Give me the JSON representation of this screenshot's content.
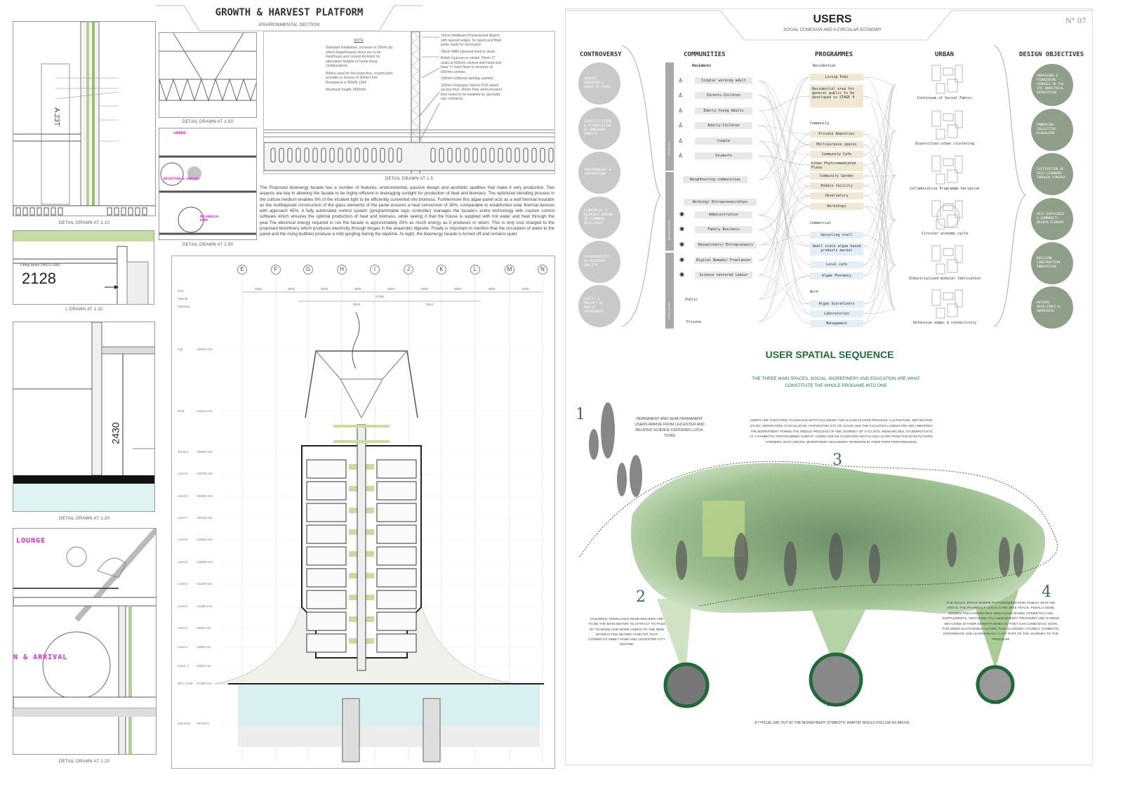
{
  "left_board": {
    "title": "GROWTH & HARVEST PLATFORM",
    "subtitle": "ENVIRONMENTAL SECTION",
    "details": [
      {
        "caption": "DETAIL DRAWN AT 1:10",
        "label": "A.23T"
      },
      {
        "caption": "L DRAWN AT 1:10",
        "dimension": "2128",
        "label": "Lifting beam 2400 G.SWL"
      },
      {
        "caption": "DETAIL DRAWN AT 1:20",
        "dimension": "2430"
      },
      {
        "caption": "DETAIL DRAWN AT 1:20",
        "label_lounge": "LOUNGE",
        "label_arrival": "N & ARRIVAL"
      }
    ],
    "small_details": [
      {
        "caption": "DETAIL DRAWN AT 1:50"
      },
      {
        "caption": "DETAIL DRAWN AT 1:50",
        "labels": [
          "LOUNGE",
          "RECEPTION & ARRIVAL",
          "MECHANICAL ROOM"
        ]
      }
    ],
    "note": {
      "heading": "NOTE",
      "items": [
        "Standard installation, increase to 25mm ply where large/heavier items are to be fixed/hung and consult Architect for alternative heights or frame fixing configurations.",
        "Where used for fire protection, construction provides in excess of 30mins Fire Resistance to BSEN 1364",
        "Maximum height 2400mm"
      ],
      "annotations": [
        "15mm Wallboard Plasterboard 8kg/m² with tapered edges, for taped and filled joints ready for decoration",
        "18mm WBP plywood fixed to studs.",
        "British Gypsum or similar 70mm 'C' studs at 600mm centres with head and base 'U' track fixed to structure at 600mm centres.",
        "100mm softwood skirting, painted.",
        "100mm Kingspan Tarlock PSA raised access floor, 26mm thick steel encased floor board to be installed by specialist sub contractor."
      ],
      "caption": "DETAIL DRAWN AT 1:5"
    },
    "description": "The Proposed bioenergy facade has a number of features: environmental, passive design and aesthetic qualities that make it very productive. Two aspects are key in allowing the facade to be highly efficient in leveraging sunlight for production of heat and biomass: The optimized blending process in the culture medium enables 8% of the incident light to be efficiently converted into biomass. Furthermore this algae panel acts as a wall thermal insulator as the multilayered construction of the glass elements of the panel ensures a heat conversion of 38%, comparable to established solar thermal devices with approach 45%. A fully automated control system (programmable logic controller) manages the facade's entire technology with custom control software which ensures the optimal production of heat and biomass, while seeing it that the house is supplied with hot water and heat through the year.The electrical energy required to run the facade is approximately 25% as much energy as it produces in return. This is only cost charged to the proposed biorefinery which produces electricity through biogas in the anaerobic digester. Finally is important to mention that the circulation of water to the panel and the rising bubbles produce a mild gurgling during the daytime. At night, the bioenergy facade is turned off and remains quiet.",
    "section": {
      "grid_letters": [
        "E",
        "F",
        "G",
        "H",
        "I",
        "J",
        "K",
        "L",
        "M",
        "N"
      ],
      "row_labels": [
        "Grid",
        "Overall",
        "Opening"
      ],
      "grid_dims": [
        "3000",
        "3000",
        "3000",
        "3000",
        "3000",
        "3000",
        "3000",
        "3000",
        "3000"
      ],
      "overall": "27951",
      "openings": [
        "5803",
        "3014"
      ],
      "levels": [
        {
          "name": "Top",
          "value": "+49930 mm"
        },
        {
          "name": "Roof",
          "value": "+41124 mm"
        },
        {
          "name": "Terrace",
          "value": "+35030 mm"
        },
        {
          "name": "Level 9",
          "value": "+31700 mm"
        },
        {
          "name": "Level 8",
          "value": "+28400 mm"
        },
        {
          "name": "Level 7",
          "value": "+25100 mm"
        },
        {
          "name": "Level 6",
          "value": "+21800 mm"
        },
        {
          "name": "Level 5",
          "value": "+18500 mm"
        },
        {
          "name": "Level 4",
          "value": "+15200 mm"
        },
        {
          "name": "Level 3",
          "value": "+11900 mm"
        },
        {
          "name": "Level 2",
          "value": "+8600 mm"
        },
        {
          "name": "Level 1",
          "value": "+5300 mm"
        },
        {
          "name": "Level -1",
          "value": "+2400 mm"
        },
        {
          "name": "DPC Level",
          "value": "+0.000 mm"
        },
        {
          "name": "Sub level",
          "value": "-2974mm"
        }
      ]
    }
  },
  "right_board": {
    "title": "USERS",
    "subtitle": "SOCIAL COHESION AND A CIRCULAR ECONOMY",
    "page_no": "N° 07",
    "columns": {
      "controversy": "CONTROVERSY",
      "communities": "COMMUNITIES",
      "programmes": "PROGRAMMES",
      "urban": "URBAN",
      "objectives": "DESIGN OBJECTIVES"
    },
    "controversy": [
      "GENERIC URBANISM & ORDER OF PLACE",
      "CLASSIFICATION & STIGMATIZING VS UNBIASED IMPACTS",
      "INDEPENDENCY & COOPERATION",
      "ECONOMICAL & RESOURCE DEMAND VS COMMUNAL RESILIENCE",
      "AFFORDABILITY VS BUILDING QUALITY",
      "SAFETY & PRIVACY VS PUBLIC ENGAGEMENT"
    ],
    "community_bands": [
      "Permanent",
      "Semi-Permanent",
      "Urban relation"
    ],
    "communities": {
      "residents_label": "Residents",
      "residents": [
        "Single/ working adult",
        "Parents-Children",
        "Ederly-Young Adults",
        "Ederly-Children",
        "Couple",
        "Students"
      ],
      "neighbouring": "Neighbouring communities",
      "working_label": "Working/ Entrepreneurships",
      "working": [
        "Administration",
        "Family Business",
        "Researchers/ Entrepreneurs",
        "Digital Nomads/ Freelancer",
        "Science centered Labour"
      ],
      "public": "Public",
      "private": "Private"
    },
    "programmes": {
      "residential_label": "Residential",
      "residential": [
        "Living Pods",
        "Residential area for general public to be developed in STAGE 4"
      ],
      "community_label": "Community",
      "community": [
        "Private Amenities",
        "Multipurpose spaces",
        "Community Cafe",
        "Urban Phytoremediated Plaza",
        "Community Garden",
        "Pedalo facility",
        "Observatory",
        "Workshops"
      ],
      "commercial_label": "Commercial",
      "commercial": [
        "Upcycling stall",
        "Small scale algae based products market",
        "Local cafe",
        "Algae Pharmacy"
      ],
      "work_label": "Work",
      "work": [
        "Algae biorefinery",
        "Laboratories",
        "Management"
      ]
    },
    "urban": [
      "Continuum of Social Fabric",
      "Diversified urban clustering",
      "Collaborative Programme Variation",
      "Circular economy cycle",
      "Industrialized modular fabrication",
      "Defensive edges & connectivity"
    ],
    "objectives": [
      "HARASSING & PIONEERING CHANGES IN THE 4TH INDUSTRIAL REVOLUTION",
      "EMBRACING COLLECTIVE PLURALISM",
      "CULTIVATION OF SELF-LEARNING THROUGH SYNERGY",
      "SELF-SUSTAINED & COMMUNITY DRIVEN ECONOMY",
      "BUILDING CONSTRUCTION INNOVATION",
      "NATURAL RESILIENCE & AWARENESS"
    ],
    "sequence": {
      "title": "USER SPATIAL SEQUENCE",
      "intro": "THE THREE MAIN SPACES, SOCIAL, BIOREFINERY AND EDUCATION ARE WHAT CONSTITUTE THE WHOLE PROGAME INTO ONE",
      "steps": [
        {
          "number": "1",
          "text": "PERMANENT AND SEMI-PERMANENT USERS ARRIVE FROM LEICESTER AND RELATED SCIENCE CENTERED LOCA-TIONS"
        },
        {
          "number": "2",
          "text": "CHILDREN, FREELANCE RESEARCHERS ARE TO BE THE MAIN MOTOR TO ATTRACT TO PASS BY TO MORE AND MORE USERS TO THE NEW INTERACTIVE NEARBY HABI-TAT THAT CONNECTS ABBEY PARK AND LEICESTER CITY CENTRE."
        },
        {
          "number": "3",
          "text": "USERS ARE THEN FREE TO ENGAGE WITH FOLLOWING THE ALGAECULTURE PROCESS: CULTIVATION, SEPARATION, STUDY, SEPARATION, FLOCULATION, HARVESTING ETC OF ALGAE AND THE FACILITIES LANDSCAPE AND AMENITIES. THE BIOREFINERY FORMS THE MIDDLE PROCESS OF AND JOURNEY OF CYCLISTS, RESEARCHES, STUDERNTS ETC AT A SYMBIOTIC PROGRAMMED HABITAT. USERS ARE EN-COURAGED WATCH AND LEARN FROM THE MAIN PLAYERS: FARMERS- BOAT DRIVES, BIOREFINERY MACHINERY WORKERS IN THEIR PURE PERFORMANCE."
        },
        {
          "number": "4",
          "text": "THE SOCIAL SPACE WHERE PHYTOREMEDIATION, PUBLIC SEAT-ING AREAS, THE PHARMACY, LOCAL CAFE, BIKE TRACK, PEDALO ZONE, WOMEN AND FAMILIES BUY NEW ALGAE BASED COSMETICS AND SUPPLEMENTS, SWITCHING TO A NEW ENERGY PROVIDER AND GAINING BIO-COINS IN THEIR SMARTPHONES SO THEY CAN COME BACK SOON FOR MORE SUSTAINABLE ACTION. THIS ALLOWING A PURELY SYMBIOTIC EXPERIENCE AND LEARNING AS A LAST PART OF THE JOURNEY TO THE PROGRAM"
        }
      ],
      "spaces": [
        "Educational",
        "Biorefinery",
        "Social"
      ],
      "footer": "A TYPICAL DAY OUT AT THE BIOREFINERY SYMBIOTIC HABITAT WOULD FOLLOW AS ABOVE."
    },
    "colors": {
      "accent_green": "#1f6b3a",
      "objective_green": "#8f9f8a",
      "controversy_gray": "#c9c9c9",
      "collage_green": "#9cbf8f"
    }
  }
}
